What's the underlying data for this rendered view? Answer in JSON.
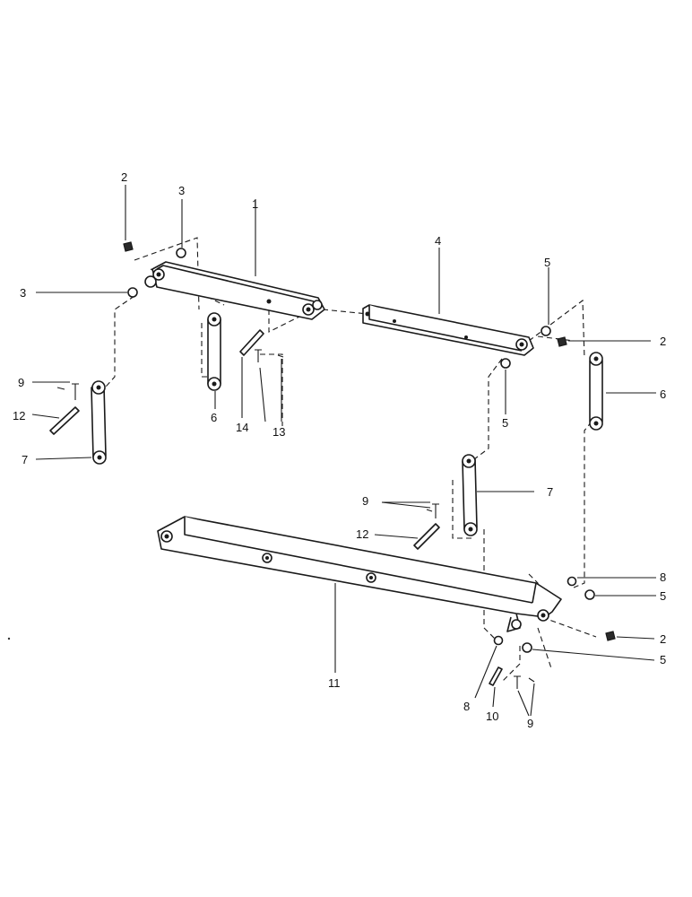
{
  "labels": {
    "l1": "1",
    "l2a": "2",
    "l2b": "2",
    "l2c": "2",
    "l3a": "3",
    "l3b": "3",
    "l4": "4",
    "l5a": "5",
    "l5b": "5",
    "l5c": "5",
    "l5d": "5",
    "l6a": "6",
    "l6b": "6",
    "l7a": "7",
    "l7b": "7",
    "l8a": "8",
    "l8b": "8",
    "l9a": "9",
    "l9b": "9",
    "l9c": "9",
    "l10": "10",
    "l11": "11",
    "l12a": "12",
    "l12b": "12",
    "l13": "13",
    "l14": "14"
  }
}
